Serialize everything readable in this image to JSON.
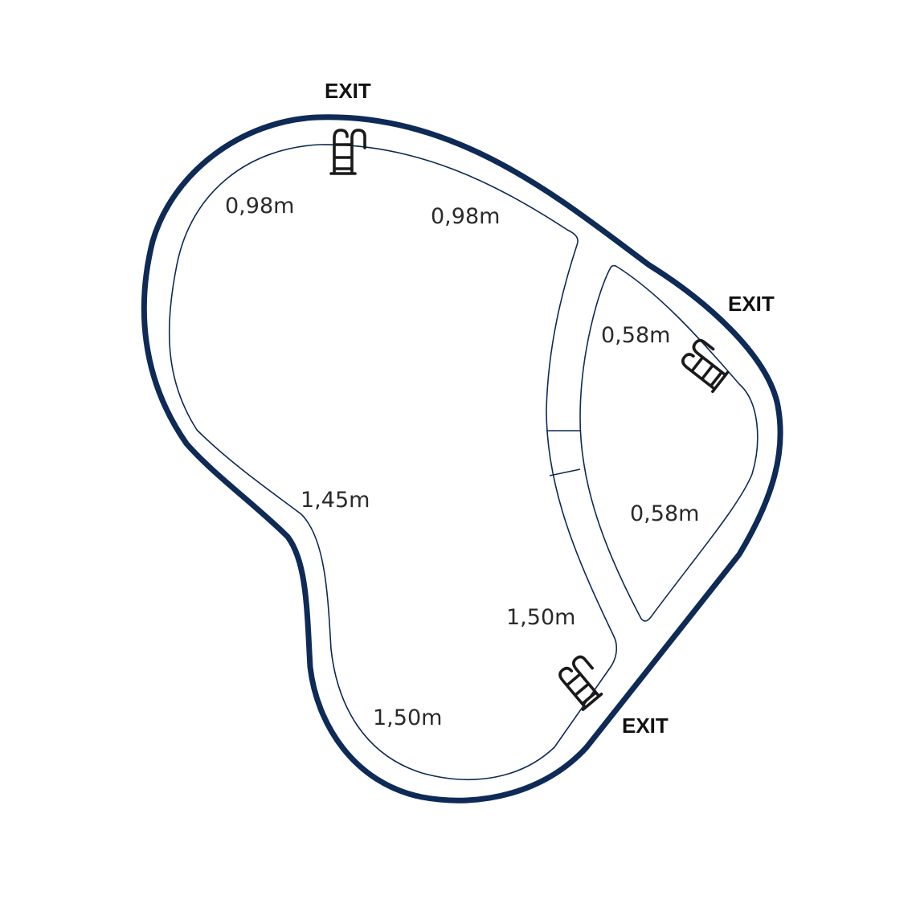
{
  "colors": {
    "outline": "#0e2a56",
    "ladder": "#1a1a1a",
    "text": "#2a2a2a",
    "background": "#ffffff"
  },
  "exits": {
    "top": "EXIT",
    "right": "EXIT",
    "bottom": "EXIT"
  },
  "depths": {
    "top_left": "0,98m",
    "top_middle": "0,98m",
    "right_upper": "0,58m",
    "right_lower": "0,58m",
    "middle_left": "1,45m",
    "middle_right": "1,50m",
    "bottom": "1,50m"
  },
  "icons": {
    "ladder_top": "pool-ladder-icon",
    "ladder_right": "pool-ladder-icon",
    "ladder_bottom": "pool-ladder-icon"
  }
}
